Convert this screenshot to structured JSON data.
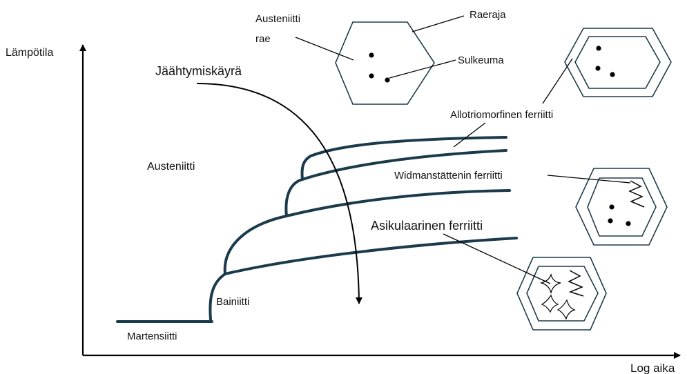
{
  "axes": {
    "y_label": "Lämpötila",
    "x_label": "Log aika"
  },
  "labels": {
    "cooling_curve": "Jäähtymiskäyrä",
    "austenite_region": "Austeniitti",
    "bainite": "Bainiitti",
    "martensite": "Martensiitti",
    "austenite_grain_line1": "Austeniitti",
    "austenite_grain_line2": "rae",
    "grain_boundary": "Raeraja",
    "inclusion": "Sulkeuma",
    "allotriomorphic_ferrite": "Allotriomorfinen ferriitti",
    "widmanstatten_ferrite": "Widmanstättenin ferriitti",
    "acicular_ferrite": "Asikulaarinen ferriitti"
  },
  "colors": {
    "curve": "#1b3a4b",
    "hexagon": "#1e3a4c",
    "ink": "#000000"
  }
}
